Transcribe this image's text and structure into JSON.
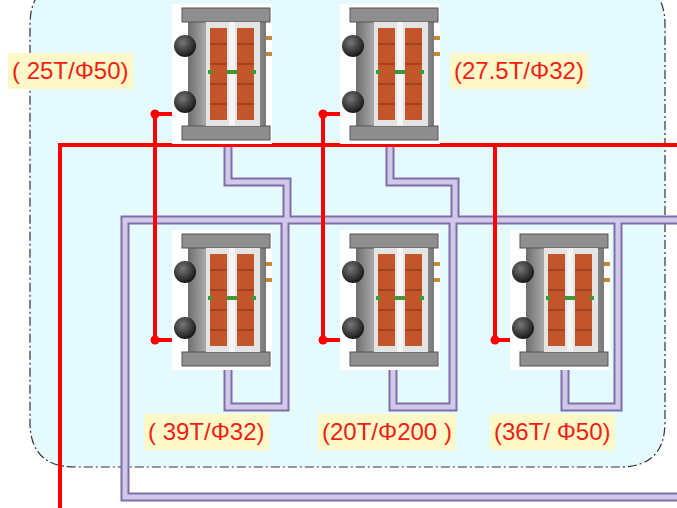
{
  "diagram": {
    "nodes": [
      {
        "text": [
          "( 25T/Φ50)"
        ]
      },
      {
        "text": [
          "(27.5T/Φ32)"
        ]
      },
      {
        "text": [
          "( 39T/Φ32)"
        ]
      },
      {
        "text": [
          "(20T/Φ200 )"
        ]
      },
      {
        "text": [
          "(36T/ Φ50)"
        ]
      }
    ],
    "edges": [
      {
        "from": 0,
        "to": 2,
        "arrow": "none"
      },
      {
        "from": 1,
        "to": 3,
        "arrow": "none"
      }
    ]
  }
}
